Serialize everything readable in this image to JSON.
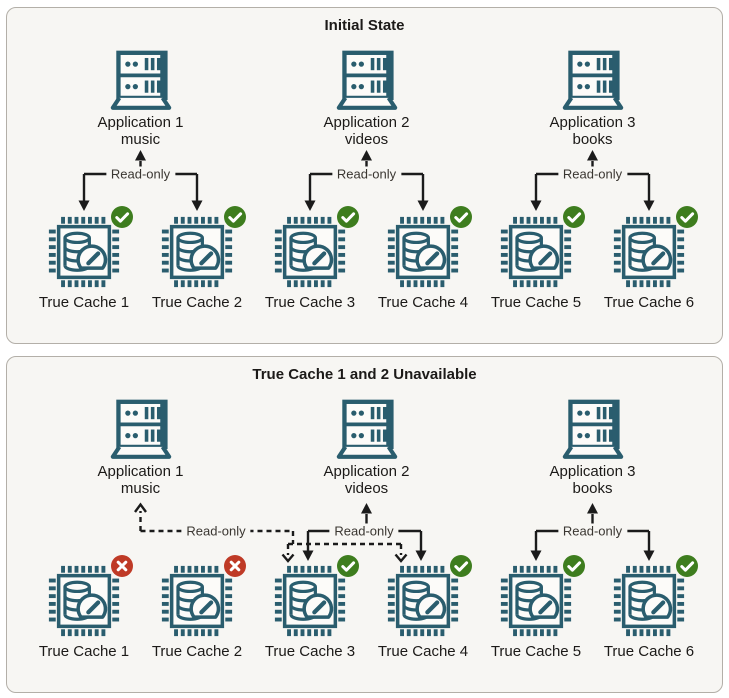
{
  "colors": {
    "page-bg": "#ffffff",
    "panel-bg": "#f7f6f3",
    "panel-border": "#b3afa8",
    "icon": "#2a5d6e",
    "ok": "#3e7d1e",
    "error": "#bf3a26",
    "arrow": "#1b1b1b",
    "text": "#1c1a18",
    "label": "#3a3631"
  },
  "panels": [
    {
      "title": "Initial State",
      "apps": [
        {
          "name": "Application 1",
          "subtitle": "music",
          "connection_label": "Read-only",
          "link_style": "solid"
        },
        {
          "name": "Application 2",
          "subtitle": "videos",
          "connection_label": "Read-only",
          "link_style": "solid"
        },
        {
          "name": "Application 3",
          "subtitle": "books",
          "connection_label": "Read-only",
          "link_style": "solid"
        }
      ],
      "caches": [
        {
          "name": "True Cache 1",
          "status": "available"
        },
        {
          "name": "True Cache 2",
          "status": "available"
        },
        {
          "name": "True Cache 3",
          "status": "available"
        },
        {
          "name": "True Cache 4",
          "status": "available"
        },
        {
          "name": "True Cache 5",
          "status": "available"
        },
        {
          "name": "True Cache 6",
          "status": "available"
        }
      ]
    },
    {
      "title": "True Cache 1 and 2 Unavailable",
      "apps": [
        {
          "name": "Application 1",
          "subtitle": "music",
          "connection_label": "Read-only",
          "link_style": "dashed-failover-to-cache-3-and-4"
        },
        {
          "name": "Application 2",
          "subtitle": "videos",
          "connection_label": "Read-only",
          "link_style": "solid"
        },
        {
          "name": "Application 3",
          "subtitle": "books",
          "connection_label": "Read-only",
          "link_style": "solid"
        }
      ],
      "caches": [
        {
          "name": "True Cache 1",
          "status": "unavailable"
        },
        {
          "name": "True Cache 2",
          "status": "unavailable"
        },
        {
          "name": "True Cache 3",
          "status": "available"
        },
        {
          "name": "True Cache 4",
          "status": "available"
        },
        {
          "name": "True Cache 5",
          "status": "available"
        },
        {
          "name": "True Cache 6",
          "status": "available"
        }
      ]
    }
  ]
}
